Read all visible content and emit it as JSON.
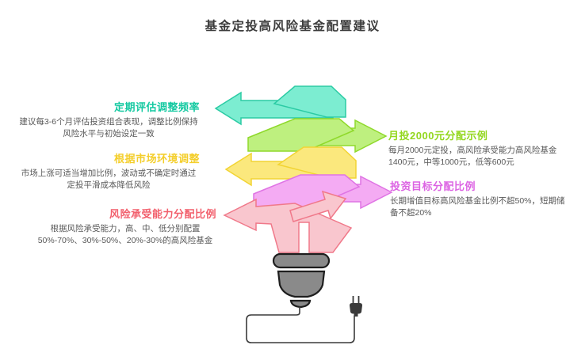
{
  "title": "基金定投高风险基金配置建议",
  "colors": {
    "title": "#3d3d3d",
    "body_text": "#595959",
    "background": "#ffffff"
  },
  "items": [
    {
      "heading": "定期评估调整频率",
      "body": "建议每3-6个月评估投资组合表现，调整比例保持风险水平与初始设定一致",
      "heading_color": "#14c9a1",
      "arrow_fill": "#7cedd1",
      "arrow_stroke": "#2bcba4",
      "side": "left",
      "arrow_direction": "left"
    },
    {
      "heading": "月投2000元分配示例",
      "body": "每月2000元定投，高风险承受能力高风险基金1400元，中等1000元，低等600元",
      "heading_color": "#93d71e",
      "arrow_fill": "#bef07f",
      "arrow_stroke": "#8fd92b",
      "side": "right",
      "arrow_direction": "right"
    },
    {
      "heading": "根据市场环境调整",
      "body": "市场上涨可适当增加比例，波动或不确定时通过定投平滑成本降低风险",
      "heading_color": "#f4ce2a",
      "arrow_fill": "#fbe87d",
      "arrow_stroke": "#f2d434",
      "side": "left",
      "arrow_direction": "left"
    },
    {
      "heading": "投资目标分配比例",
      "body": "长期增值目标高风险基金比例不超50%，短期储备不超20%",
      "heading_color": "#dc63e3",
      "arrow_fill": "#f4abf3",
      "arrow_stroke": "#df74e4",
      "side": "right",
      "arrow_direction": "right"
    },
    {
      "heading": "风险承受能力分配比例",
      "body": "根据风险承受能力，高、中、低分别配置50%-70%、30%-50%、20%-30%的高风险基金",
      "heading_color": "#f25f6c",
      "arrow_fill": "#f9c6ce",
      "arrow_stroke": "#f0798a",
      "side": "left",
      "arrow_direction": "left"
    }
  ],
  "bulb": {
    "base_fill": "#8a8a8a",
    "base_stroke": "#1e1e1e",
    "cord_color": "#3a3a3a",
    "plug_color": "#3a3a3a"
  }
}
